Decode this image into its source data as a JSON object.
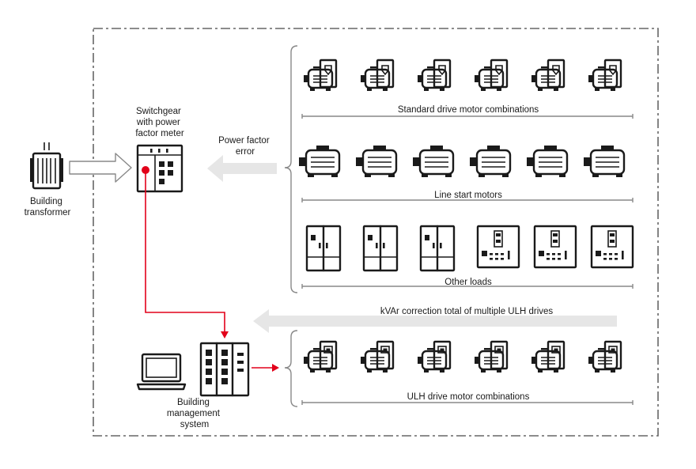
{
  "labels": {
    "transformer": [
      "Building",
      "transformer"
    ],
    "switchgear": [
      "Switchgear",
      "with power",
      "factor meter"
    ],
    "power_factor_error": [
      "Power factor",
      "error"
    ],
    "standard_drives": "Standard drive motor combinations",
    "line_start": "Line start motors",
    "other_loads": "Other loads",
    "kvar": "kVAr correction total of multiple ULH drives",
    "bms": [
      "Building",
      "management",
      "system"
    ],
    "ulh_drives": "ULH drive motor combinations"
  },
  "groups": {
    "standard_drive_count": 6,
    "line_start_count": 6,
    "other_loads": [
      "cabinet",
      "cabinet",
      "cabinet",
      "panel",
      "panel",
      "panel"
    ],
    "ulh_drive_count": 6
  },
  "colors": {
    "line": "#1a1a1a",
    "signal": "#e2001a",
    "arrow_fill": "#e6e6e6",
    "boundary": "#666666"
  },
  "icons": {
    "transformer": "transformer-icon",
    "switchgear": "switchgear-meter-icon",
    "drive_motor": "drive-motor-icon",
    "motor": "motor-icon",
    "cabinet": "cabinet-icon",
    "panel": "control-panel-icon",
    "laptop": "laptop-icon",
    "bms": "bms-cabinet-icon",
    "ulh_drive_motor": "ulh-drive-motor-icon"
  }
}
